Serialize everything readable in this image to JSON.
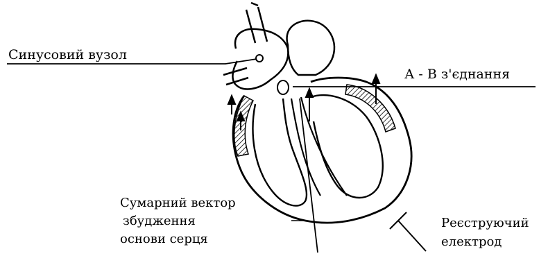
{
  "labels": {
    "sinus_node": "Синусовий вузол",
    "av_junction": "А - В з'єднання",
    "summary_vector": [
      "Сумарний вектор",
      "збудження",
      "основи серця"
    ],
    "electrode": [
      "Реєструючий",
      "електрод"
    ]
  },
  "colors": {
    "ink": "#000000",
    "background": "#ffffff"
  }
}
